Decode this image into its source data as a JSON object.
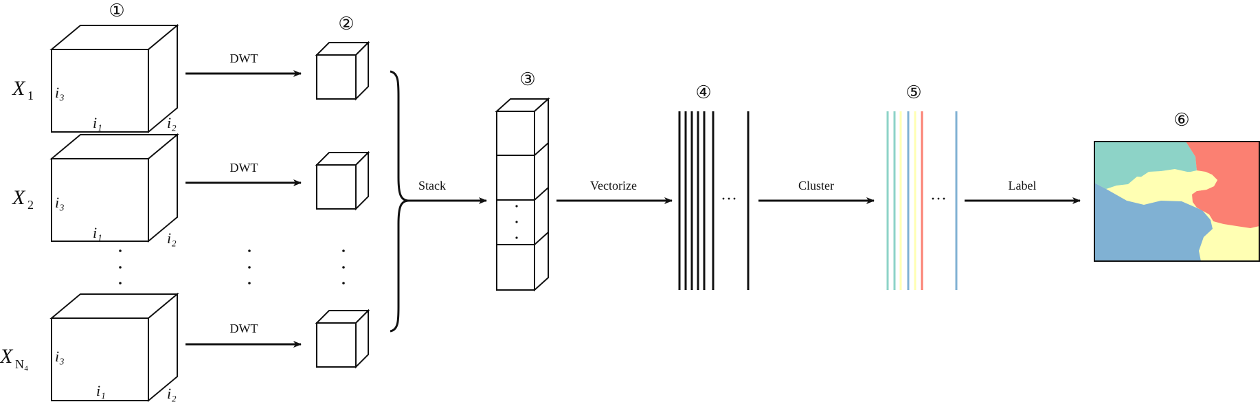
{
  "steps": {
    "s1": "①",
    "s2": "②",
    "s3": "③",
    "s4": "④",
    "s5": "⑤",
    "s6": "⑥"
  },
  "tensors": [
    {
      "base": "X",
      "sub": "1"
    },
    {
      "base": "X",
      "sub": "2"
    },
    {
      "base": "X",
      "sub": "N₄"
    }
  ],
  "tensor_dims": {
    "i1": "i₁",
    "i2": "i₂",
    "i3": "i₃"
  },
  "arrows": {
    "dwt": "DWT",
    "stack": "Stack",
    "vectorize": "Vectorize",
    "cluster": "Cluster",
    "label": "Label"
  },
  "ellipsis": "···",
  "cluster_colors": [
    "#8dd3c7",
    "#8dd3c7",
    "#ffffb3",
    "#80b1d3",
    "#ffffb3",
    "#fb8072",
    "#80b1d3"
  ],
  "label_map_colors": {
    "teal": "#8dd3c7",
    "red": "#fb8072",
    "yellow": "#ffffb3",
    "blue": "#80b1d3"
  }
}
